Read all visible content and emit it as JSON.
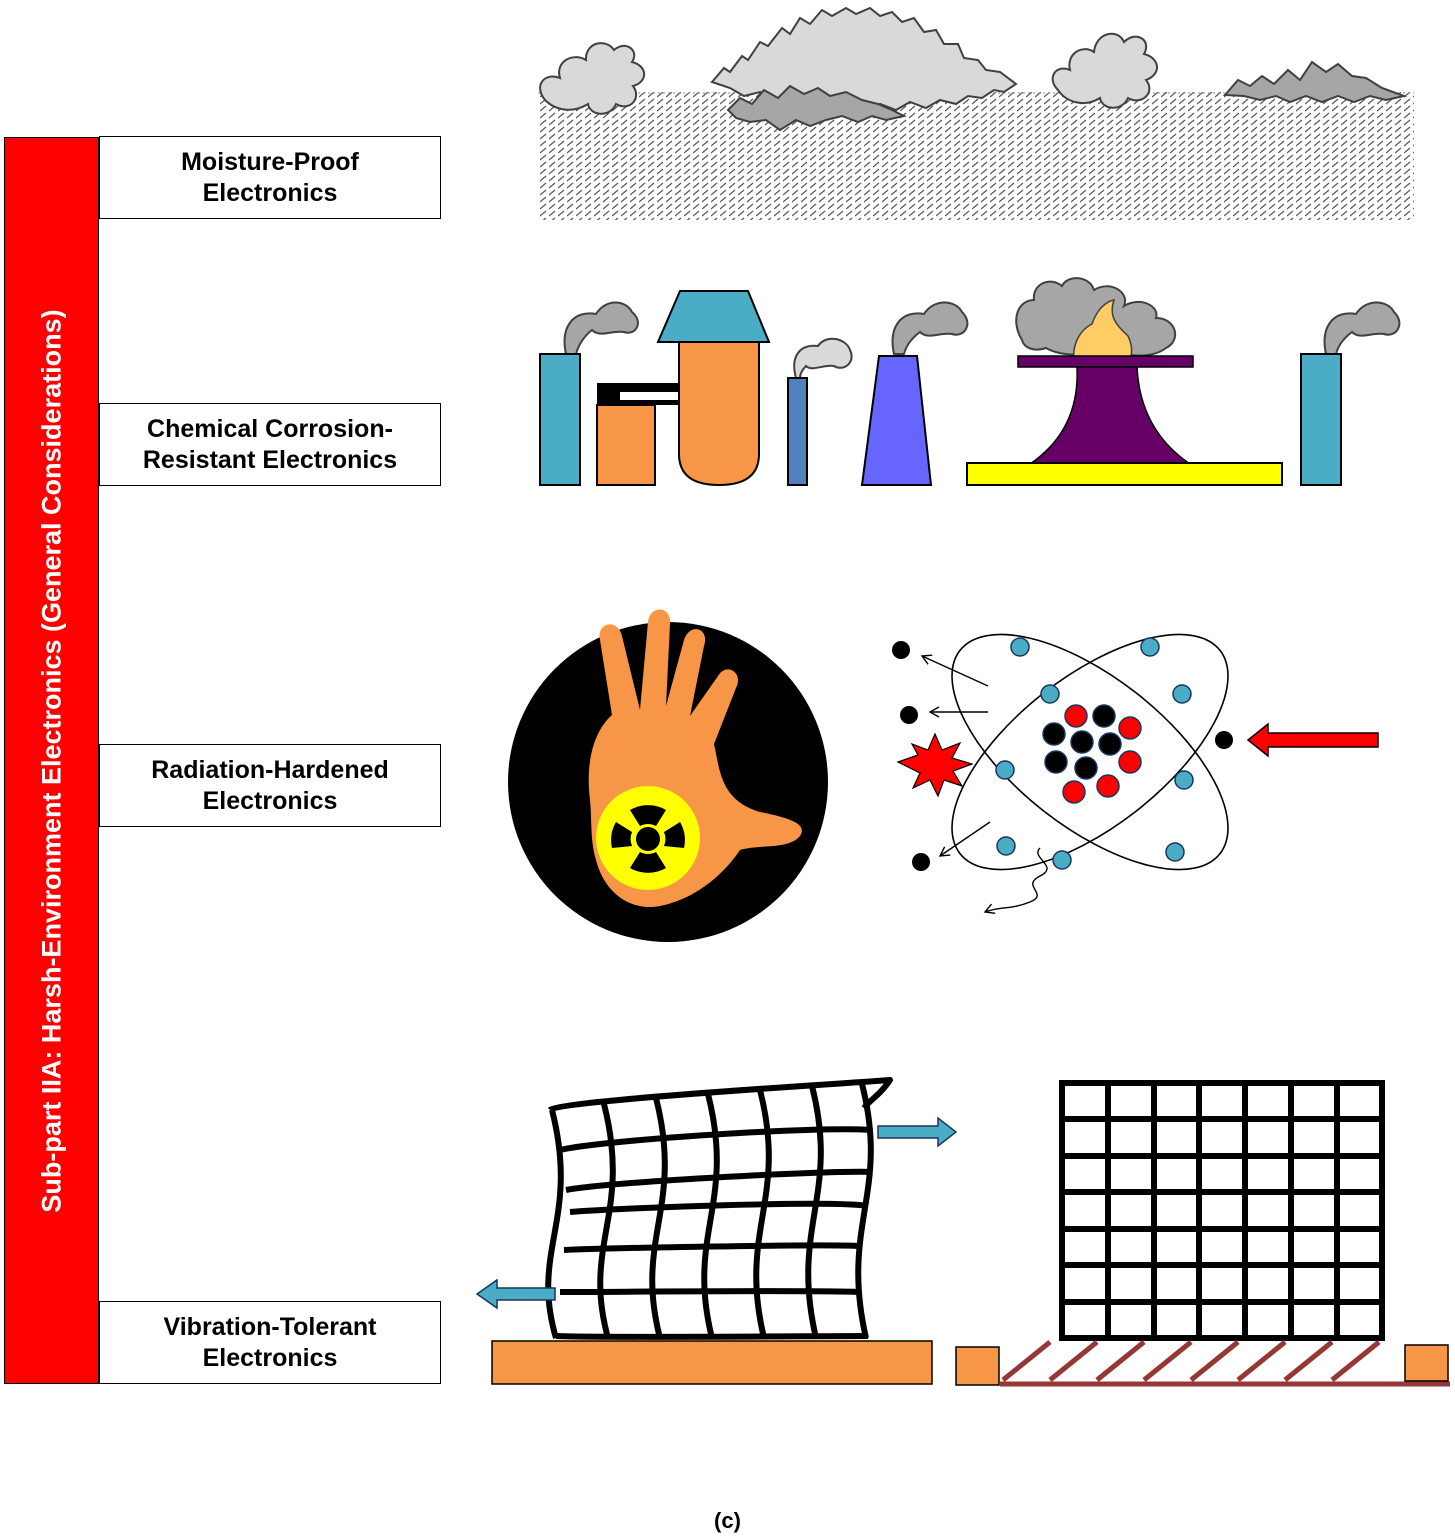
{
  "sidebar": {
    "title": "Sub-part IIA: Harsh-Environment Electronics (General Considerations)"
  },
  "categories": [
    {
      "line1": "Moisture-Proof",
      "line2": "Electronics"
    },
    {
      "line1": "Chemical Corrosion-",
      "line2": "Resistant Electronics"
    },
    {
      "line1": "Radiation-Hardened",
      "line2": "Electronics"
    },
    {
      "line1": "Vibration-Tolerant",
      "line2": "Electronics"
    }
  ],
  "caption": "(c)",
  "colors": {
    "sidebar": "#ff0000",
    "teal": "#4bacc6",
    "orange": "#f79646",
    "purple": "#660066",
    "yellow": "#ffff00",
    "violet": "#6666ff",
    "steel-blue": "#4f81bd",
    "red": "#ff0000",
    "brown": "#953735",
    "cloud-light": "#d9d9d9",
    "cloud-dark": "#a6a6a6"
  },
  "icons": [
    "rain-clouds-icon",
    "factory-smokestacks-icon",
    "radiation-hand-icon",
    "atom-radiation-icon",
    "flexible-grid-icon",
    "rigid-grid-icon"
  ]
}
